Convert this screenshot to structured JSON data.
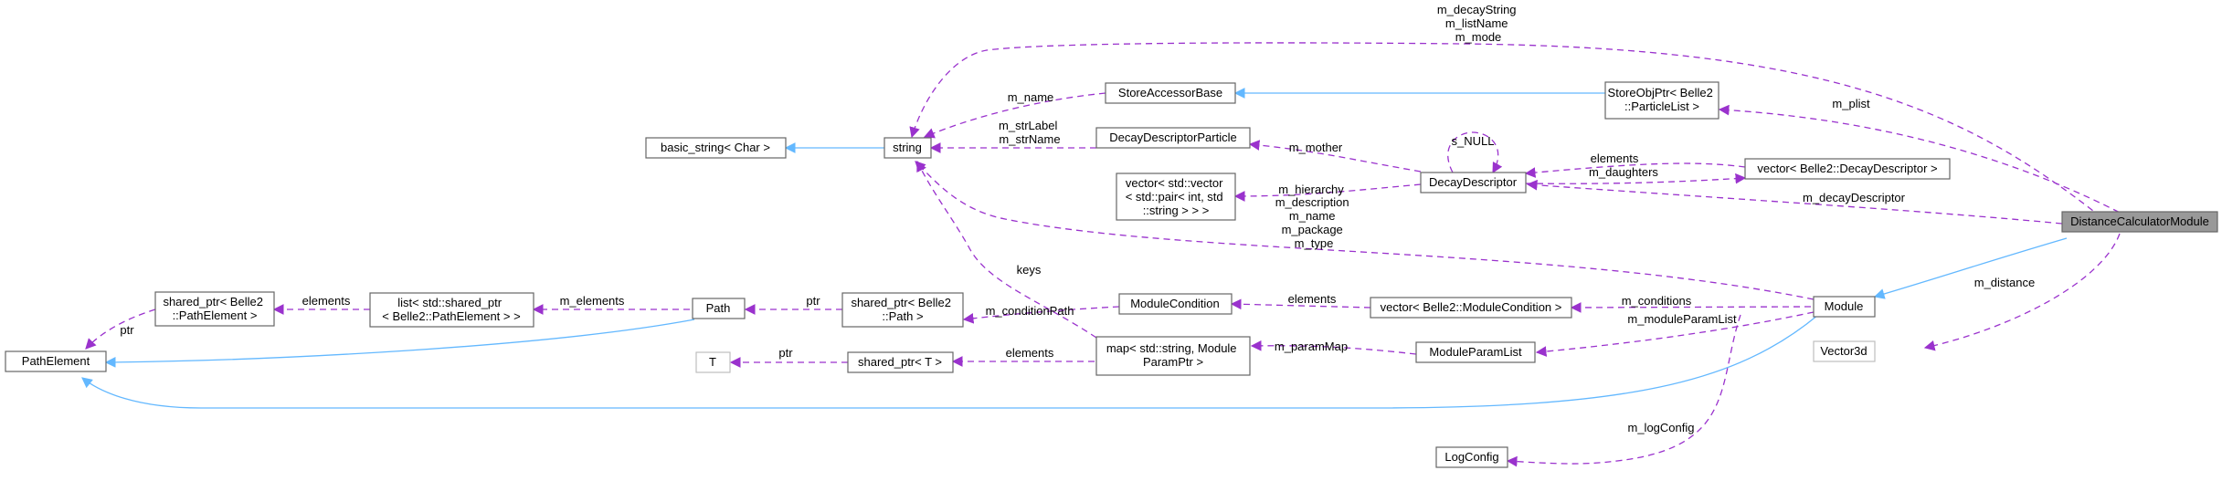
{
  "nodes": {
    "distance_calculator_module": "DistanceCalculatorModule",
    "store_obj_ptr": [
      "StoreObjPtr< Belle2",
      "::ParticleList >"
    ],
    "store_accessor_base": "StoreAccessorBase",
    "string": "string",
    "basic_string": "basic_string< Char >",
    "decay_descriptor_particle": "DecayDescriptorParticle",
    "decay_descriptor": "DecayDescriptor",
    "vector_decay_descriptor": "vector< Belle2::DecayDescriptor >",
    "vector_vector": [
      "vector< std::vector",
      "< std::pair< int, std",
      "::string > > >"
    ],
    "module": "Module",
    "vector3d": "Vector3d",
    "module_condition": "ModuleCondition",
    "vector_module_condition": "vector< Belle2::ModuleCondition >",
    "module_param_list": "ModuleParamList",
    "map": [
      "map< std::string, Module",
      "ParamPtr >"
    ],
    "shared_ptr_t": "shared_ptr< T >",
    "t": "T",
    "shared_ptr_path": [
      "shared_ptr< Belle2",
      "::Path >"
    ],
    "path": "Path",
    "list_shared_ptr": [
      "list< std::shared_ptr",
      "< Belle2::PathElement > >"
    ],
    "shared_ptr_path_element": [
      "shared_ptr< Belle2",
      "::PathElement >"
    ],
    "path_element": "PathElement",
    "log_config": "LogConfig"
  },
  "edge_labels": {
    "decay_string": [
      "m_decayString",
      "m_listName",
      "m_mode"
    ],
    "plist": "m_plist",
    "name": "m_name",
    "str_label": [
      "m_strLabel",
      "m_strName"
    ],
    "mother": "m_mother",
    "s_null": "s_NULL",
    "elements_dd": "elements",
    "daughters": "m_daughters",
    "hierarchy": "m_hierarchy",
    "decay_descriptor_member": "m_decayDescriptor",
    "module_strings": [
      "m_description",
      "m_name",
      "m_package",
      "m_type"
    ],
    "distance": "m_distance",
    "keys": "keys",
    "elements_mc": "elements",
    "conditions": "m_conditions",
    "condition_path": "m_conditionPath",
    "module_param_list_member": "m_moduleParamList",
    "param_map": "m_paramMap",
    "elements_map": "elements",
    "ptr_t": "ptr",
    "ptr_path": "ptr",
    "m_elements": "m_elements",
    "elements_list": "elements",
    "ptr_pe": "ptr",
    "log_config_member": "m_logConfig"
  },
  "colors": {
    "usage_edge": "#9a32cd",
    "inheritance_edge": "#63b8ff",
    "node_border": "#666666",
    "focus_fill": "#999999"
  }
}
